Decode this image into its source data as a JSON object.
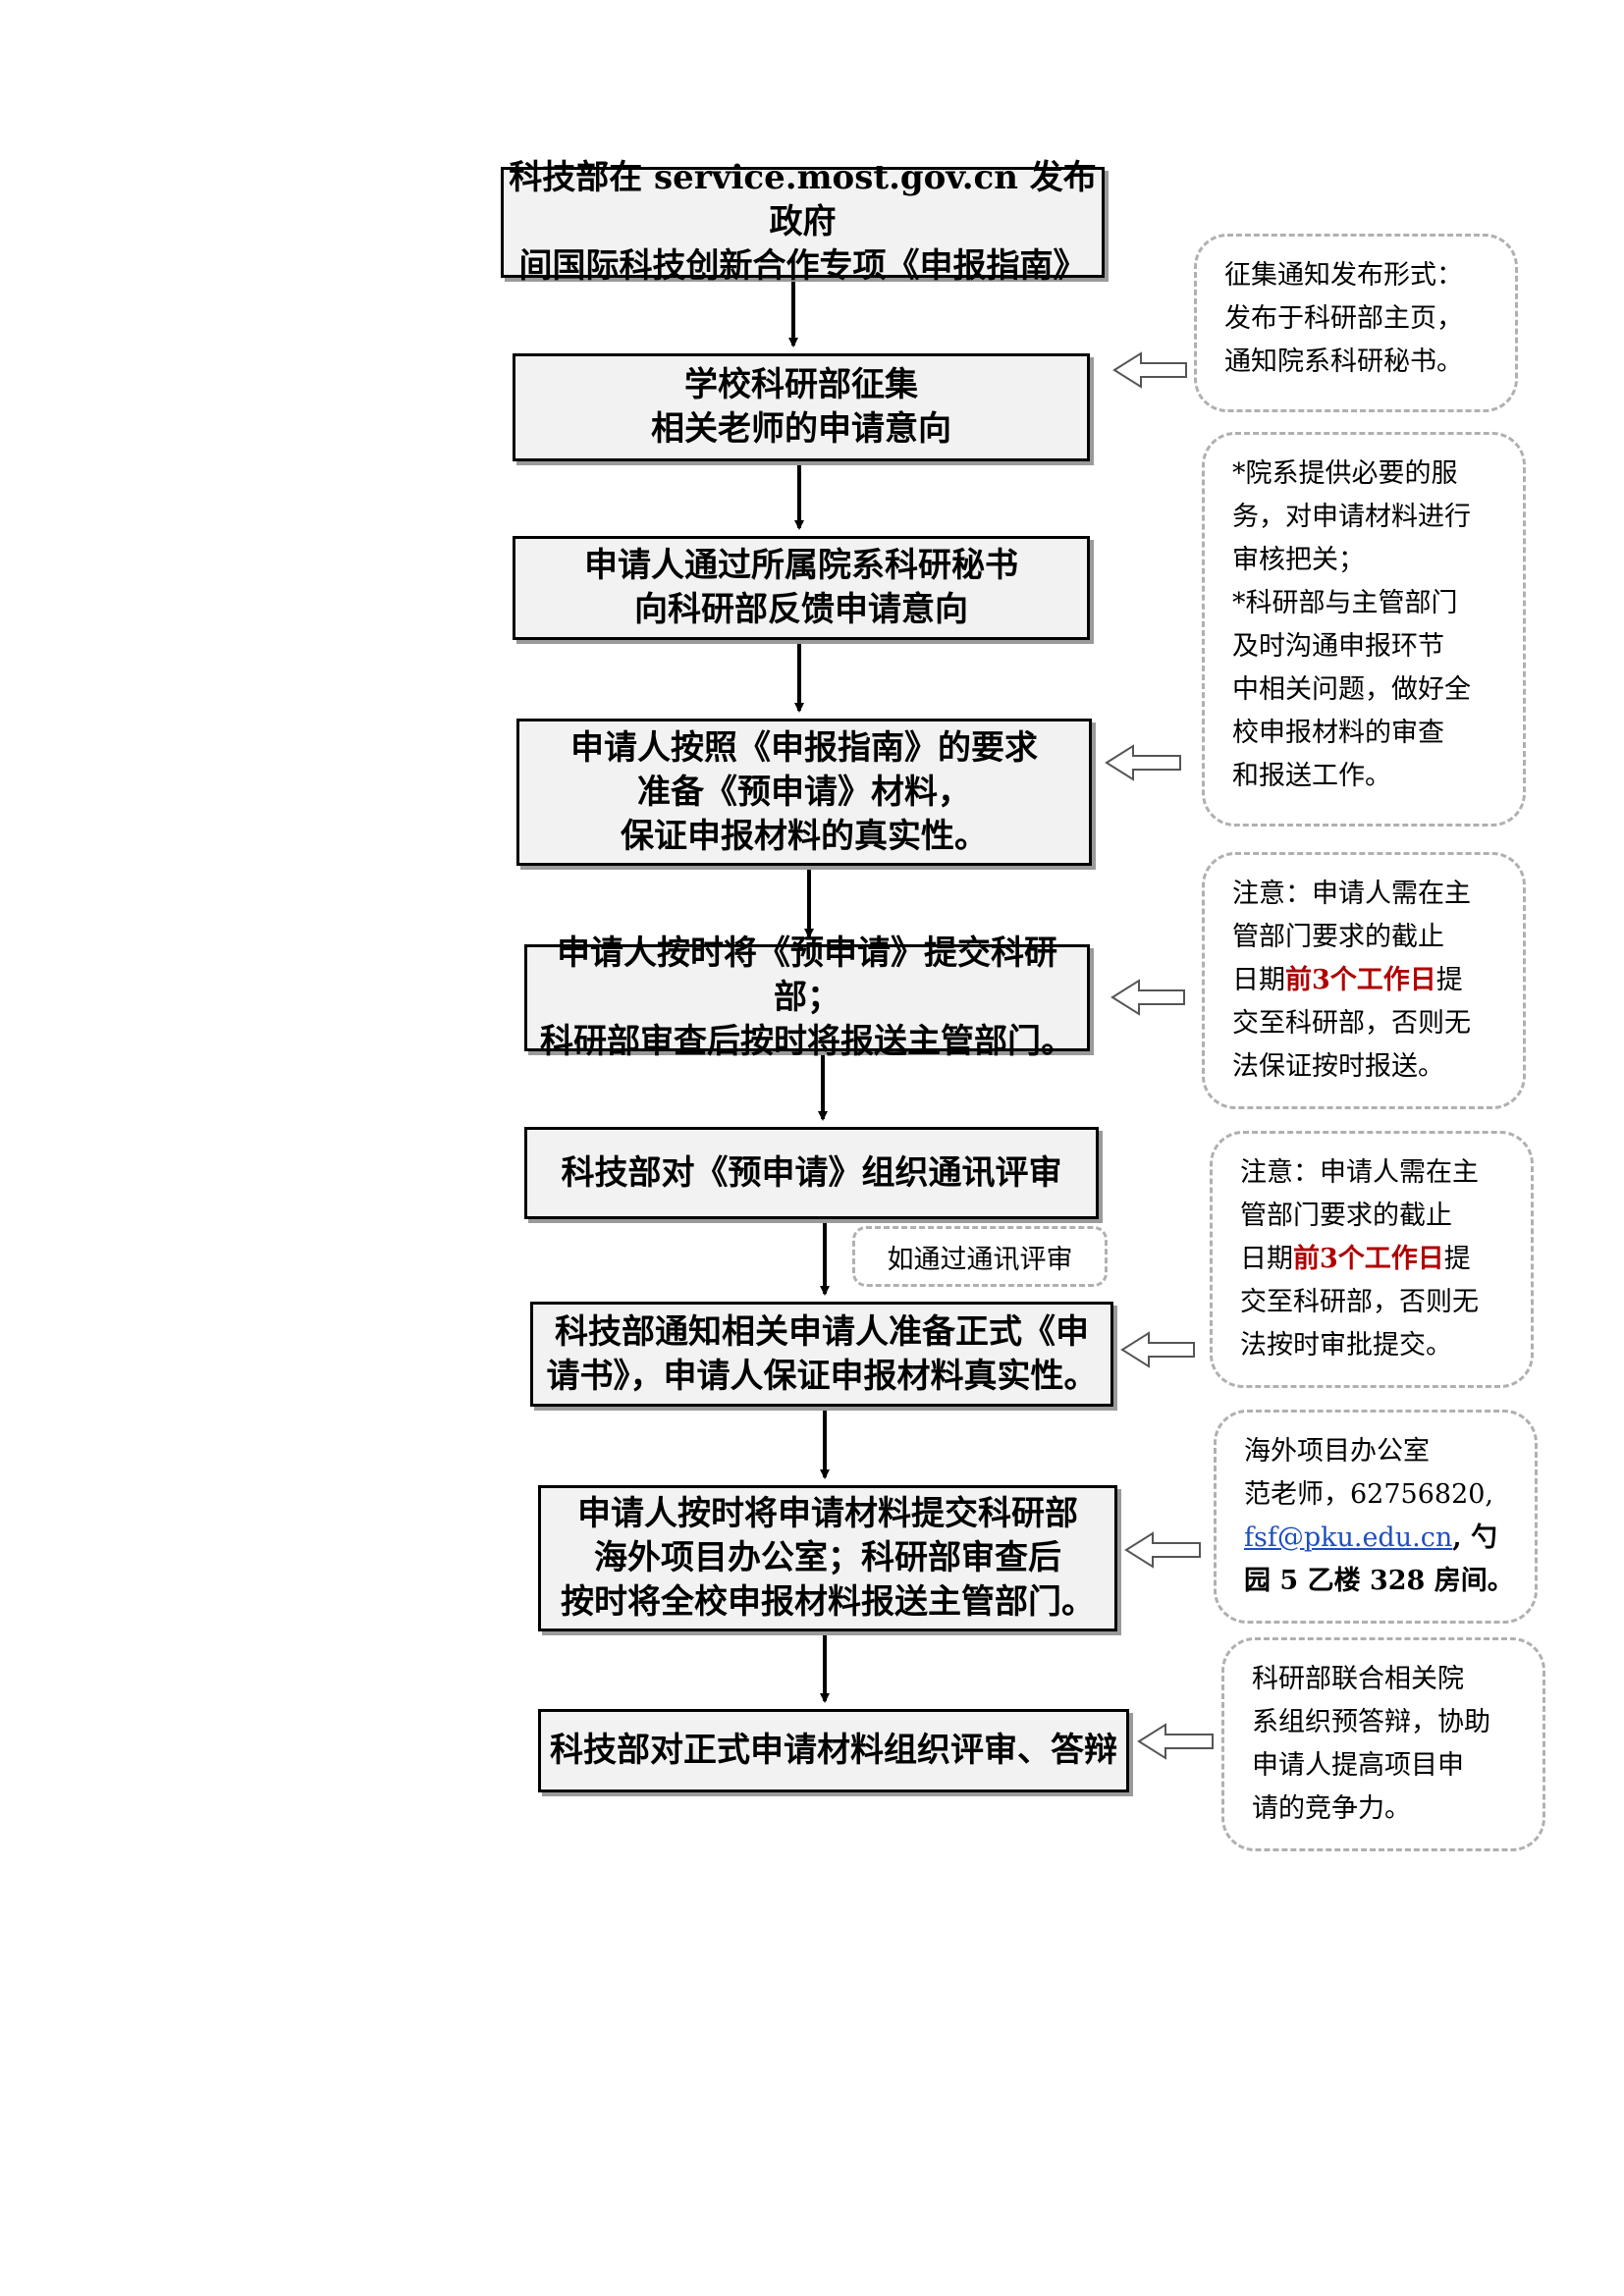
{
  "steps": [
    {
      "lines": [
        "科技部在 service.most.gov.cn 发布政府",
        "间国际科技创新合作专项《申报指南》"
      ]
    },
    {
      "lines": [
        "学校科研部征集",
        "相关老师的申请意向"
      ]
    },
    {
      "lines": [
        "申请人通过所属院系科研秘书",
        "向科研部反馈申请意向"
      ]
    },
    {
      "lines": [
        "申请人按照《申报指南》的要求",
        "准备《预申请》材料，",
        "保证申报材料的真实性。"
      ]
    },
    {
      "lines": [
        "申请人按时将《预申请》提交科研部；",
        "科研部审查后按时将报送主管部门。"
      ]
    },
    {
      "lines": [
        "科技部对《预申请》组织通讯评审"
      ]
    },
    {
      "lines": [
        "科技部通知相关申请人准备正式《申",
        "请书》，申请人保证申报材料真实性。"
      ]
    },
    {
      "lines": [
        "申请人按时将申请材料提交科研部",
        "海外项目办公室；科研部审查后",
        "按时将全校申报材料报送主管部门。"
      ]
    },
    {
      "lines": [
        "科技部对正式申请材料组织评审、答辩"
      ]
    }
  ],
  "condition_label": "如通过通讯评审",
  "notes": {
    "n1": {
      "lines": [
        "征集通知发布形式：",
        "发布于科研部主页，",
        "通知院系科研秘书。"
      ]
    },
    "n2": {
      "lines": [
        "*院系提供必要的服",
        "务，对申请材料进行",
        "审核把关；",
        "*科研部与主管部门",
        "及时沟通申报环节",
        "中相关问题，做好全",
        "校申报材料的审查",
        "和报送工作。"
      ]
    },
    "n3": {
      "l1": "注意：申请人需在主",
      "l2": "管部门要求的截止",
      "l3a": "日期",
      "l3b": "前3个工作日",
      "l3c": "提",
      "l4": "交至科研部，否则无",
      "l5": "法保证按时报送。"
    },
    "n4": {
      "l1": "注意：申请人需在主",
      "l2": "管部门要求的截止",
      "l3a": "日期",
      "l3b": "前3个工作日",
      "l3c": "提",
      "l4": "交至科研部，否则无",
      "l5": "法按时审批提交。"
    },
    "n5": {
      "l1": "海外项目办公室",
      "l2": "范老师，62756820,",
      "l3a": "fsf@pku.edu.cn",
      "l3b": ", 勺",
      "l4": "园 5 乙楼 328 房间。"
    },
    "n6": {
      "lines": [
        "科研部联合相关院",
        "系组织预答辩，协助",
        "申请人提高项目申",
        "请的竞争力。"
      ]
    }
  },
  "colors": {
    "box_fill": "#f2f2f2",
    "highlight": "#b00000",
    "link": "#1f4fbf",
    "note_border": "#b0b0b0"
  }
}
